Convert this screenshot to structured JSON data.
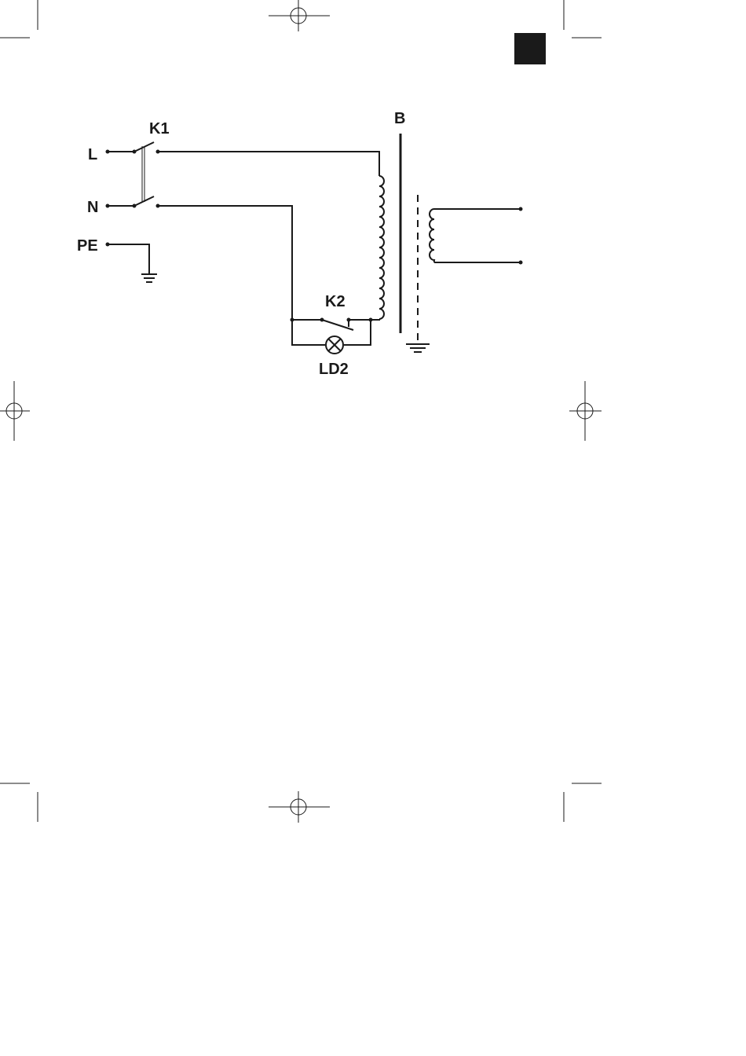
{
  "diagram": {
    "labels": {
      "k1": "K1",
      "l": "L",
      "n": "N",
      "pe": "PE",
      "b": "B",
      "k2": "K2",
      "ld2": "LD2"
    },
    "colors": {
      "ink": "#1a1a1a",
      "page_tab": "#1a1a1a",
      "background": "#ffffff"
    }
  }
}
